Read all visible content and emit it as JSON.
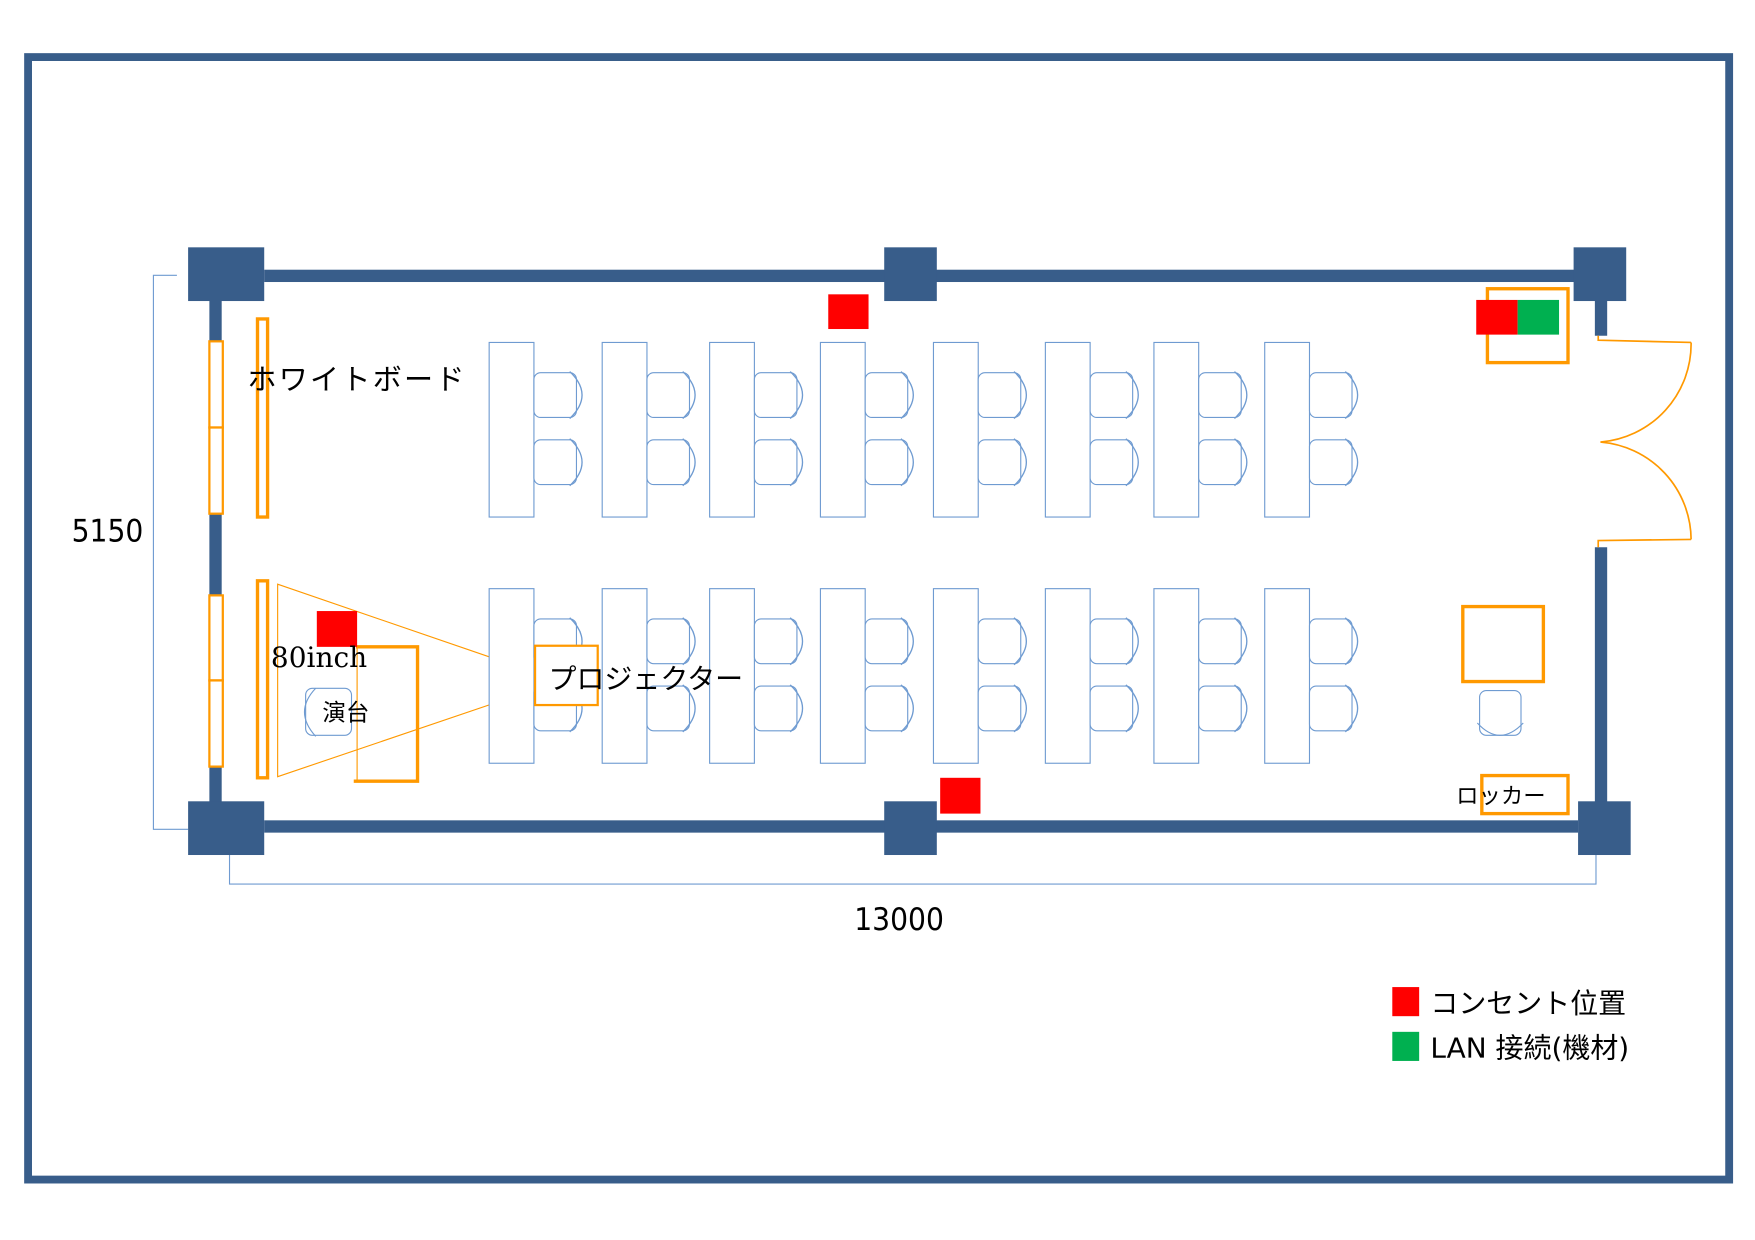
{
  "labels": {
    "whiteboard": "ホワイトボード",
    "screen_size": "80inch",
    "podium": "演台",
    "projector": "プロジェクター",
    "locker": "ロッカー",
    "dim_height": "5150",
    "dim_width": "13000"
  },
  "legend": [
    {
      "label": "コンセント位置",
      "color": "#ff0000"
    },
    {
      "label": "LAN 接続(機材)",
      "color": "#00b050"
    }
  ],
  "colors": {
    "wall": "#385d8a",
    "furniture": "#ff9900",
    "seating": "#6f9bd1",
    "outlet": "#ff0000",
    "lan": "#00b050"
  },
  "layout": {
    "desk_columns": 8,
    "desk_rows": 2,
    "chairs_per_desk": 2
  }
}
